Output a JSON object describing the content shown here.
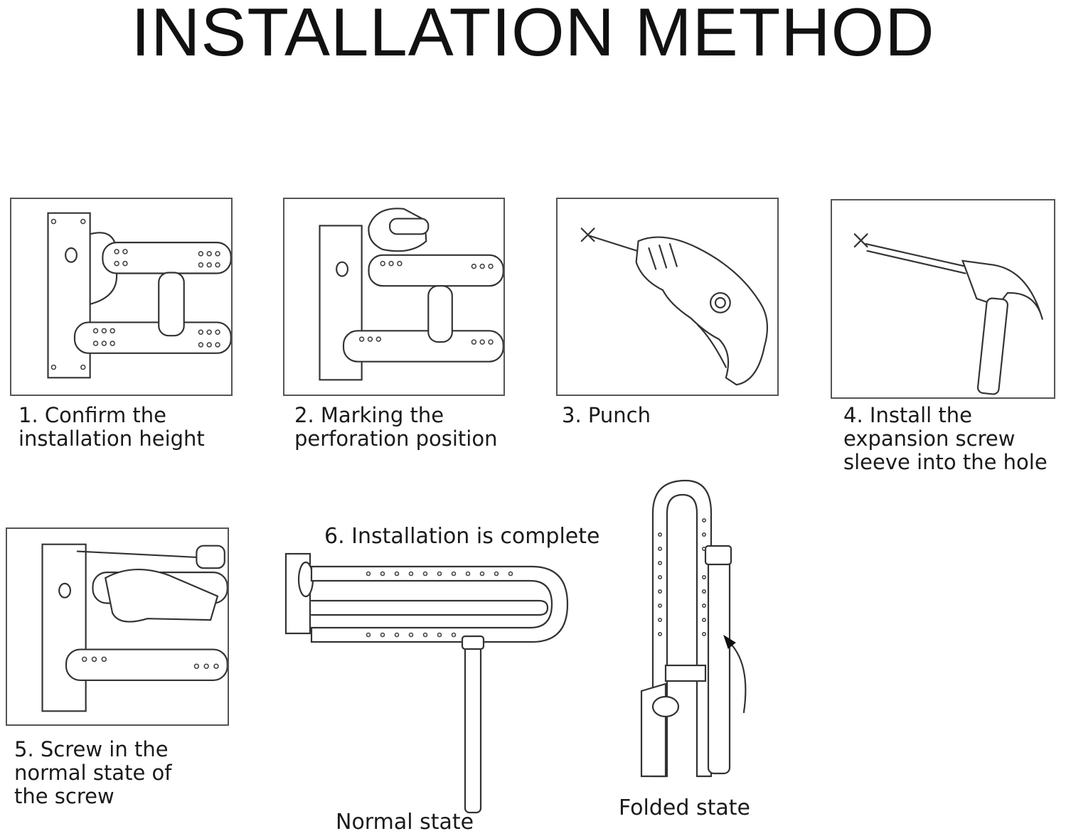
{
  "title": "INSTALLATION METHOD",
  "steps": [
    {
      "lines": [
        "1. Confirm the",
        "installation height"
      ]
    },
    {
      "lines": [
        "2. Marking the",
        "perforation position"
      ]
    },
    {
      "lines": [
        "3. Punch"
      ]
    },
    {
      "lines": [
        "4. Install the",
        "expansion screw",
        "sleeve into the hole"
      ]
    },
    {
      "lines": [
        "5. Screw in the",
        "normal state of",
        "the screw"
      ]
    },
    {
      "lines": [
        "6. Installation is complete"
      ]
    }
  ],
  "states": {
    "normal": "Normal state",
    "folded": "Folded state"
  },
  "colors": {
    "line": "#333333",
    "background": "#ffffff"
  }
}
